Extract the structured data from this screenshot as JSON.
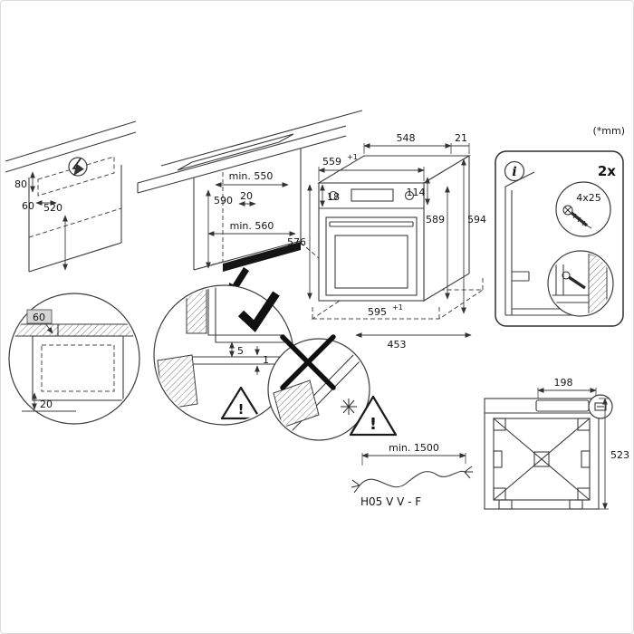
{
  "note": {
    "units": "(*mm)"
  },
  "colors": {
    "highlight_gray": "#d6d6d6",
    "cooktop_gray": "#d9d9d9",
    "plinth_black": "#151515"
  },
  "electrical_corner": {
    "dim_80": "80",
    "dim_60": "60",
    "dim_520": "520"
  },
  "worktop_niche": {
    "dim_min_550": "min. 550",
    "dim_590": "590",
    "dim_20": "20",
    "dim_min_560": "min. 560"
  },
  "oven_dimensions": {
    "dim_559": "559",
    "dim_559_tol": "+1",
    "dim_548": "548",
    "dim_21": "21",
    "dim_18": "18",
    "dim_114": "114",
    "dim_589": "589",
    "dim_594": "594",
    "dim_576": "576",
    "dim_595": "595",
    "dim_595_tol": "+1",
    "dim_453": "453"
  },
  "mounting_kit": {
    "info_symbol": "i",
    "quantity": "2x",
    "screw_spec": "4x25"
  },
  "side_clearance": {
    "dim_60": "60",
    "dim_20": "20"
  },
  "front_gap_detail": {
    "dim_5": "5",
    "dim_1": "1",
    "warning": "!"
  },
  "mains_cable": {
    "warning": "!",
    "dim_min_1500": "min. 1500",
    "cable_type": "H05 V V - F"
  },
  "rear_view": {
    "dim_198": "198",
    "dim_523": "523"
  }
}
